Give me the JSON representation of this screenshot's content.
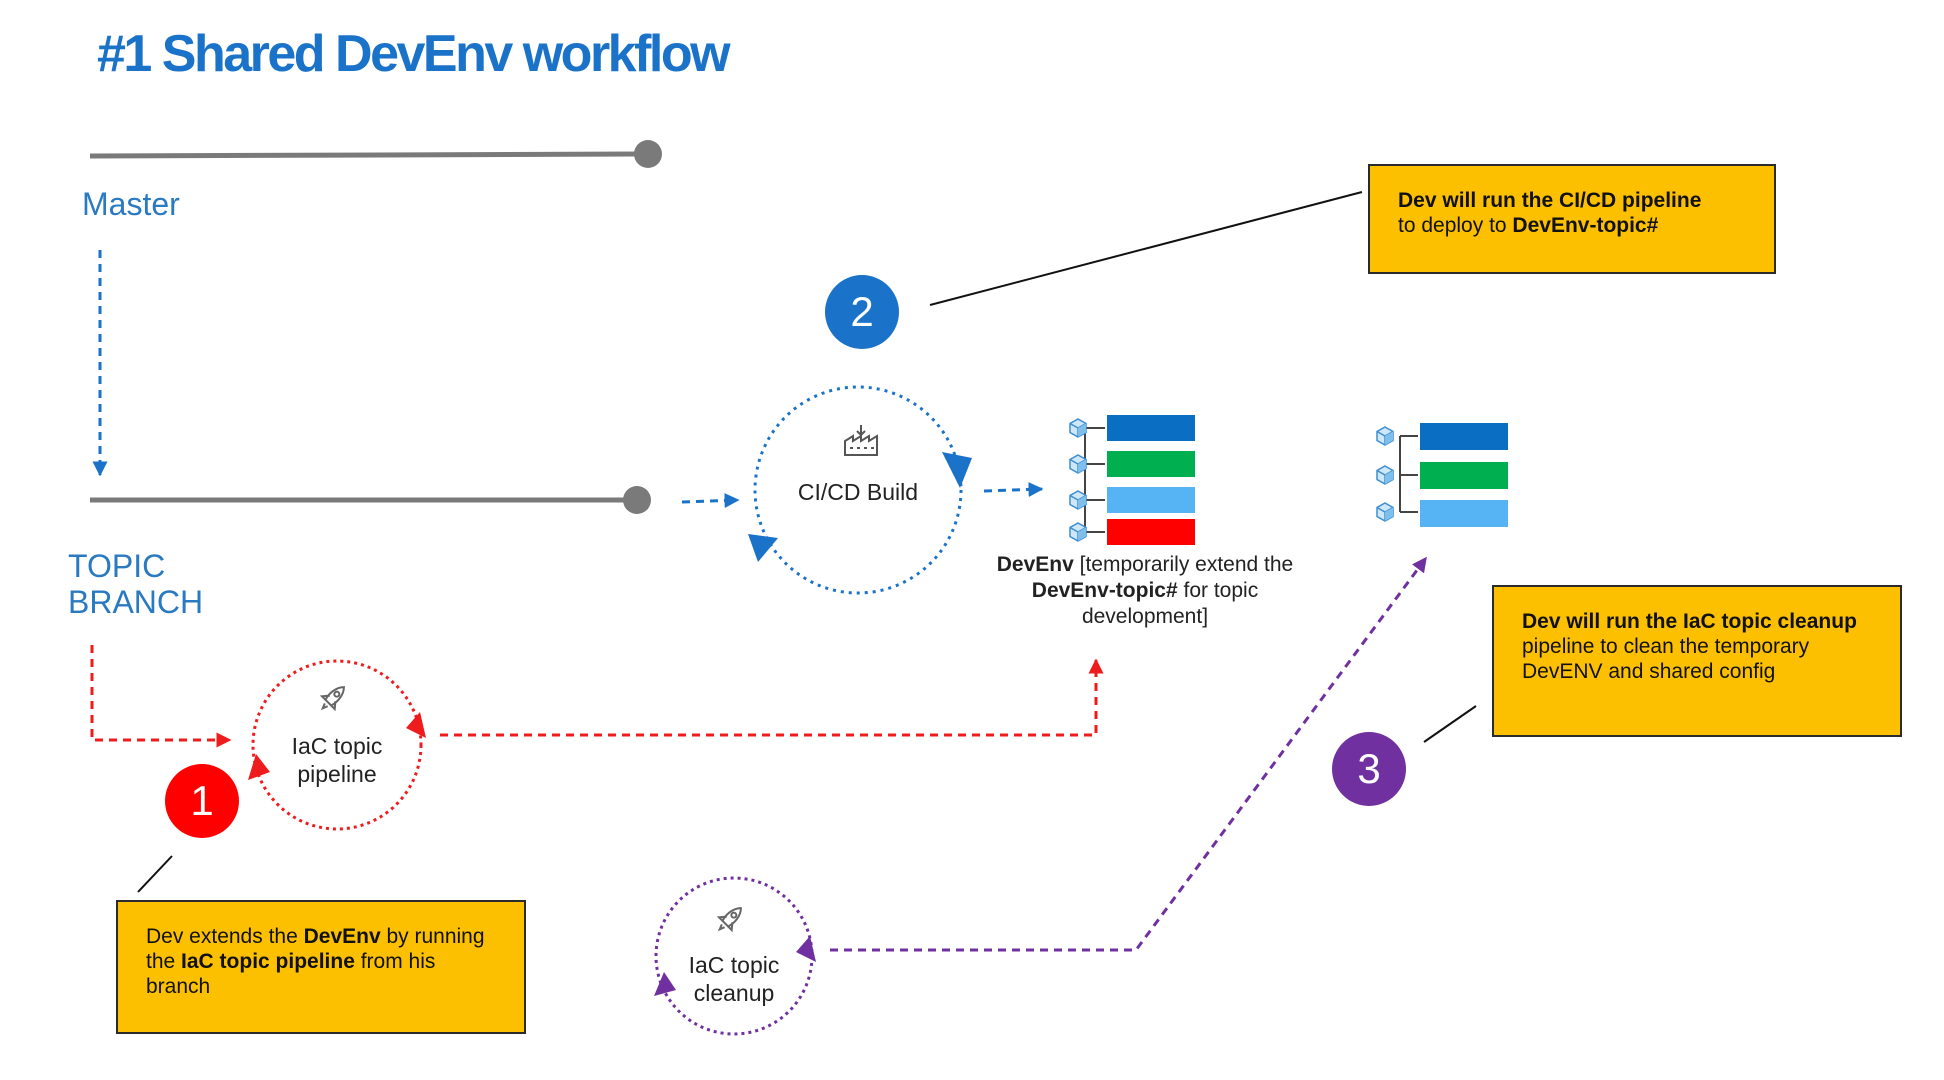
{
  "title": "#1 Shared DevEnv workflow",
  "branches": {
    "master": "Master",
    "topic_line1": "TOPIC",
    "topic_line2": "BRANCH"
  },
  "circles": {
    "cicd": {
      "label": "CI/CD Build",
      "color": "#1a73c8",
      "icon": "factory-icon"
    },
    "iac_pipeline": {
      "line1": "IaC topic",
      "line2": "pipeline",
      "color": "#ee1c1c",
      "icon": "rocket-icon"
    },
    "iac_cleanup": {
      "line1": "IaC topic",
      "line2": "cleanup",
      "color": "#7030a0",
      "icon": "rocket-icon"
    }
  },
  "badges": {
    "one": {
      "number": "1",
      "color": "#ff0000"
    },
    "two": {
      "number": "2",
      "color": "#1a73c8"
    },
    "three": {
      "number": "3",
      "color": "#7030a0"
    }
  },
  "notes": {
    "step1": {
      "a": "Dev extends the ",
      "b": "DevEnv",
      "c": " by running the ",
      "d": "IaC topic pipeline",
      "e": " from his branch"
    },
    "step2": {
      "a": "Dev will run the CI/CD pipeline",
      "b": "to deploy to ",
      "c": "DevEnv-topic#"
    },
    "step3": {
      "a": "Dev will run the IaC topic cleanup",
      "b": " pipeline to clean the temporary DevENV and shared config"
    }
  },
  "devenv": {
    "bold1": "DevEnv",
    "text1": " [temporarily extend the ",
    "bold2": "DevEnv-topic#",
    "text2": " for topic development]",
    "bars_extended": [
      "#0a6fc2",
      "#00b050",
      "#56b4f5",
      "#ff0000"
    ],
    "bars_cleaned": [
      "#0a6fc2",
      "#00b050",
      "#56b4f5"
    ]
  },
  "colors": {
    "accent_blue": "#1a73c8",
    "red": "#ee1c1c",
    "purple": "#7030a0",
    "note_yellow": "#fcc000",
    "branch_gray": "#7a7a7a"
  }
}
